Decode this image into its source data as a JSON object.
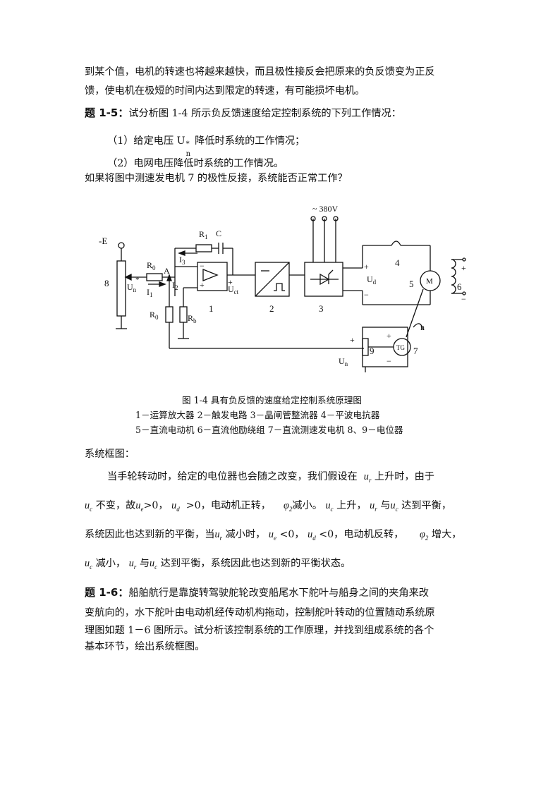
{
  "para_top": {
    "line1": "到某个值，电机的转速也将越来越快，而且极性接反会把原来的负反馈变为正反",
    "line2": "馈，使电机在极短的时间内达到限定的转速，有可能损坏电机。"
  },
  "q15": {
    "label": "题 1-5：",
    "text": "试分析图 1-4 所示负反馈速度给定控制系统的下列工作情况：",
    "item1_pre": "（1）给定电压 U",
    "item1_sup": "*",
    "item1_sub": "n",
    "item1_post": " 降低时系统的工作情况；",
    "item2": "（2）电网电压降低时系统的工作情况。",
    "question": "如果将图中测速发电机 7 的极性反接，系统能否正常工作？"
  },
  "diagram": {
    "supply": "~ 380V",
    "neg_e": "-E",
    "r1": "R",
    "r1_sub": "1",
    "cap": "C",
    "r0_top": "R",
    "r0_top_sub": "0",
    "node_a": "A",
    "i3": "I",
    "i3_sub": "3",
    "i2": "I",
    "i2_sub": "2",
    "i1": "I",
    "i1_sub": "1",
    "un_star": "U",
    "un_star_sub": "n",
    "un_star_sup": "*",
    "r0_bot": "R",
    "r0_bot_sub": "0",
    "rb": "R",
    "rb_sub": "b",
    "uct": "U",
    "uct_sub": "ct",
    "ud": "U",
    "ud_sub": "d",
    "un": "U",
    "un_sub": "n",
    "plus": "+",
    "minus": "−",
    "n": "n",
    "motor": "M",
    "tg": "TG",
    "num1": "1",
    "num2": "2",
    "num3": "3",
    "num4": "4",
    "num5": "5",
    "num6": "6",
    "num7": "7",
    "num8": "8",
    "num9": "9"
  },
  "caption": {
    "title": "图 1-4  具有负反馈的速度给定控制系统原理图",
    "legend1": "1－运算放大器   2－触发电路   3－晶闸管整流器   4－平波电抗器",
    "legend2": "5－直流电动机   6－直流他励绕组   7－直流测速发电机   8、9－电位器"
  },
  "answer": {
    "heading": "系统框图：",
    "l1a": "当手轮转动时，给定的电位器也会随之改变，我们假设在",
    "l1b": "上升时，由于",
    "l2a": "不变，故",
    "l2b": ">0，",
    "l2c": ">0，电动机正转，",
    "l2d": "减小。",
    "l2e": "上升，",
    "l2f": "与",
    "l2g": "达到平衡，",
    "l3a": "系统因此也达到新的平衡，当",
    "l3b": "减小时，",
    "l3c": "<0，",
    "l3d": "<0，电动机反转，",
    "l3e": "增大，",
    "l4a": "减小，",
    "l4b": "与",
    "l4c": "达到平衡，系统因此也达到新的平衡状态。",
    "u": "u",
    "sub_r": "r",
    "sub_c": "c",
    "sub_e": "e",
    "sub_d": "d",
    "phi": "φ",
    "sub_2": "2"
  },
  "q16": {
    "label": "题 1-6：",
    "line1": "船舶航行是靠旋转驾驶舵轮改变船尾水下舵叶与船身之间的夹角来改",
    "line2": "变航向的，水下舵叶由电动机经传动机构拖动，控制舵叶转动的位置随动系统原",
    "line3": "理图如题 1－6 图所示。试分析该控制系统的工作原理，并找到组成系统的各个",
    "line4": "基本环节，绘出系统框图。"
  }
}
